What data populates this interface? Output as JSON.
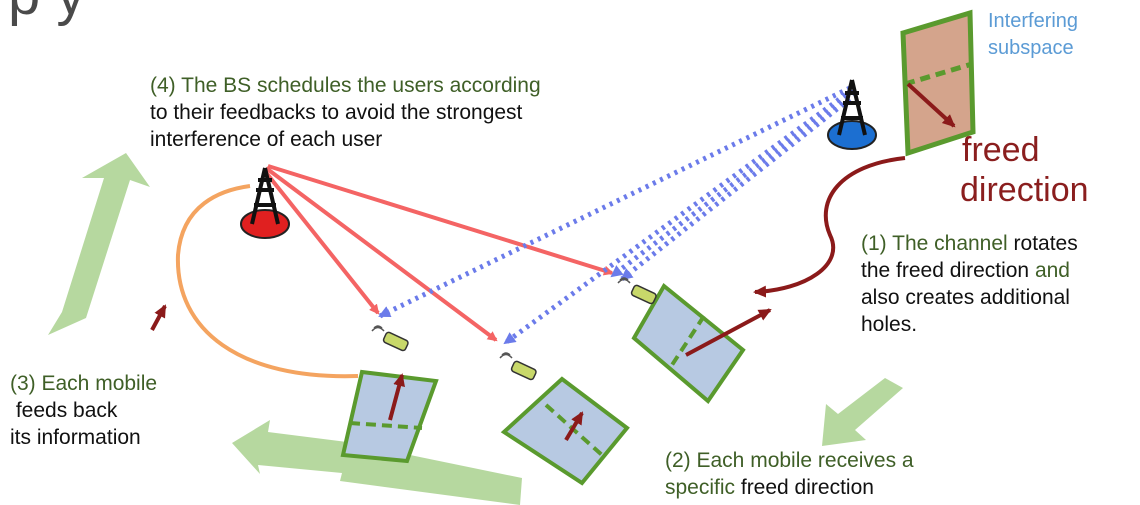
{
  "title_fragment": "p     y",
  "labels": {
    "interfering": [
      "Interfering",
      "subspace"
    ],
    "freed": [
      "freed",
      "direction"
    ],
    "step4": {
      "line1": "(4) The BS schedules the users according",
      "line2": "to their feedbacks to avoid the strongest",
      "line3": "interference of each user"
    },
    "step1": {
      "line1_a": "(1) The channel",
      "line1_b": " rotates",
      "line2_a": "the freed direction",
      "line2_b": " and",
      "line3": "also creates additional",
      "line4": "holes."
    },
    "step3": {
      "line1": "(3) Each mobile",
      "line2": " feeds back",
      "line3": "its information"
    },
    "step2": {
      "line1": "(2) Each mobile receives a",
      "line2_a": "specific ",
      "line2_b": "freed direction"
    }
  },
  "colors": {
    "green_arrow": "#a9d18e",
    "green_border": "#5a9a2e",
    "blue_fill": "#b7c9e2",
    "brown_fill": "#d4a48c",
    "red_link": "#f46464",
    "blue_dots": "#6b7bea",
    "dark_red": "#8b1a1a",
    "orange": "#f4a460",
    "bs_red": "#e02020",
    "bs_blue": "#1c6fd1"
  },
  "icons": [
    "base-station-red",
    "base-station-blue",
    "mobile-phone-icon"
  ]
}
